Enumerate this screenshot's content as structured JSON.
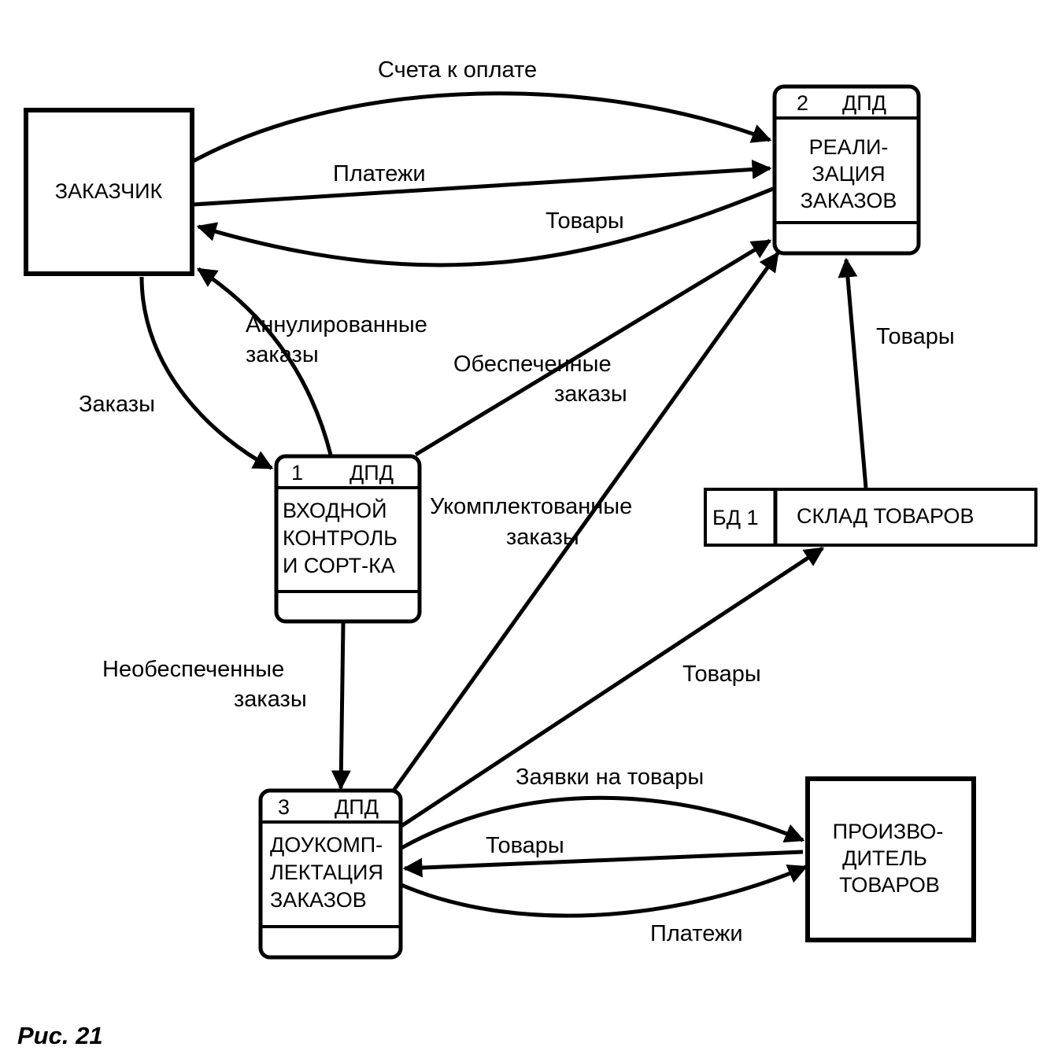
{
  "caption": "Рис. 21",
  "external_entities": {
    "customer": {
      "lines": [
        "ЗАКАЗЧИК"
      ]
    },
    "manufacturer": {
      "lines": [
        "ПРОИЗВО-",
        "ДИТЕЛЬ",
        "ТОВАРОВ"
      ]
    }
  },
  "processes": {
    "p1": {
      "number": "1",
      "tag": "ДПД",
      "lines": [
        "ВХОДНОЙ",
        "КОНТРОЛЬ",
        "И СОРТ-КА"
      ]
    },
    "p2": {
      "number": "2",
      "tag": "ДПД",
      "lines": [
        "РЕАЛИ-",
        "ЗАЦИЯ",
        "ЗАКАЗОВ"
      ]
    },
    "p3": {
      "number": "3",
      "tag": "ДПД",
      "lines": [
        "ДОУКОМП-",
        "ЛЕКТАЦИЯ",
        "ЗАКАЗОВ"
      ]
    }
  },
  "data_store": {
    "id": "БД 1",
    "name": "СКЛАД ТОВАРОВ"
  },
  "flows": {
    "invoices": {
      "lines": [
        "Счета к оплате"
      ]
    },
    "payments_top": {
      "lines": [
        "Платежи"
      ]
    },
    "goods_to_customer": {
      "lines": [
        "Товары"
      ]
    },
    "cancelled": {
      "lines": [
        "Аннулированные",
        "заказы"
      ]
    },
    "orders": {
      "lines": [
        "Заказы"
      ]
    },
    "secured": {
      "lines": [
        "Обеспеченные",
        "заказы"
      ]
    },
    "completed": {
      "lines": [
        "Укомплектованные",
        "заказы"
      ]
    },
    "goods_store_to_p2": {
      "lines": [
        "Товары"
      ]
    },
    "unsecured": {
      "lines": [
        "Необеспеченные",
        "заказы"
      ]
    },
    "goods_to_store": {
      "lines": [
        "Товары"
      ]
    },
    "requests": {
      "lines": [
        "Заявки на товары"
      ]
    },
    "goods_from_manufacturer": {
      "lines": [
        "Товары"
      ]
    },
    "payments_bottom": {
      "lines": [
        "Платежи"
      ]
    }
  }
}
